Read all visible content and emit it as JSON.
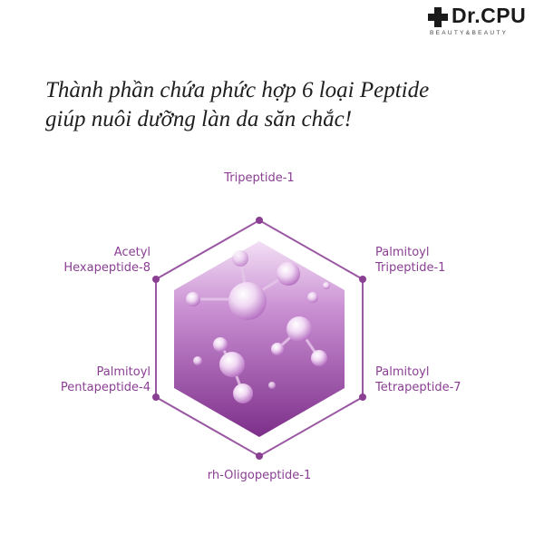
{
  "brand": {
    "name": "Dr.CPU",
    "tagline": "BEAUTY&BEAUTY"
  },
  "heading": {
    "line1": "Thành phần chứa phức hợp 6 loại Peptide",
    "line2": "giúp nuôi dưỡng làn da săn chắc!"
  },
  "peptides": {
    "top": "Tripeptide-1",
    "upper_left": {
      "line1": "Acetyl",
      "line2": "Hexapeptide-8"
    },
    "upper_right": {
      "line1": "Palmitoyl",
      "line2": "Tripeptide-1"
    },
    "lower_left": {
      "line1": "Palmitoyl",
      "line2": "Pentapeptide-4"
    },
    "lower_right": {
      "line1": "Palmitoyl",
      "line2": "Tetrapeptide-7"
    },
    "bottom": "rh-Oligopeptide-1"
  },
  "colors": {
    "accent": "#8a3f93",
    "hexagon_light": "#d9a6df",
    "hexagon_dark": "#7d2f8a",
    "outline": "#9a58a3"
  }
}
